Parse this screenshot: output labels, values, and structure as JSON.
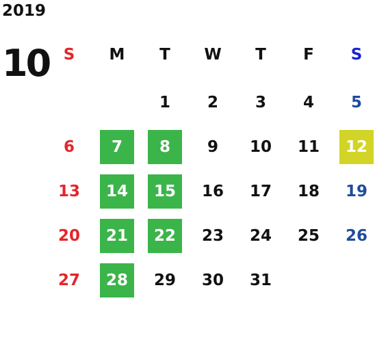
{
  "calendar": {
    "year": "2019",
    "month": "10",
    "weekdays": [
      "S",
      "M",
      "T",
      "W",
      "T",
      "F",
      "S"
    ],
    "weeks": [
      [
        null,
        null,
        {
          "day": "1"
        },
        {
          "day": "2"
        },
        {
          "day": "3"
        },
        {
          "day": "4"
        },
        {
          "day": "5"
        }
      ],
      [
        {
          "day": "6"
        },
        {
          "day": "7",
          "highlight": "green"
        },
        {
          "day": "8",
          "highlight": "green"
        },
        {
          "day": "9"
        },
        {
          "day": "10"
        },
        {
          "day": "11"
        },
        {
          "day": "12",
          "highlight": "yellow"
        }
      ],
      [
        {
          "day": "13"
        },
        {
          "day": "14",
          "highlight": "green"
        },
        {
          "day": "15",
          "highlight": "green"
        },
        {
          "day": "16"
        },
        {
          "day": "17"
        },
        {
          "day": "18"
        },
        {
          "day": "19"
        }
      ],
      [
        {
          "day": "20"
        },
        {
          "day": "21",
          "highlight": "green"
        },
        {
          "day": "22",
          "highlight": "green"
        },
        {
          "day": "23"
        },
        {
          "day": "24"
        },
        {
          "day": "25"
        },
        {
          "day": "26"
        }
      ],
      [
        {
          "day": "27"
        },
        {
          "day": "28",
          "highlight": "green"
        },
        {
          "day": "29"
        },
        {
          "day": "30"
        },
        {
          "day": "31"
        },
        null,
        null
      ]
    ]
  },
  "colors": {
    "text": "#111111",
    "sunday": "#e3262b",
    "saturday_header": "#1a22d0",
    "saturday": "#1f4c9c",
    "highlight_text": "#ffffff",
    "highlight": {
      "green": "#3bb54a",
      "yellow": "#d2d428"
    }
  }
}
